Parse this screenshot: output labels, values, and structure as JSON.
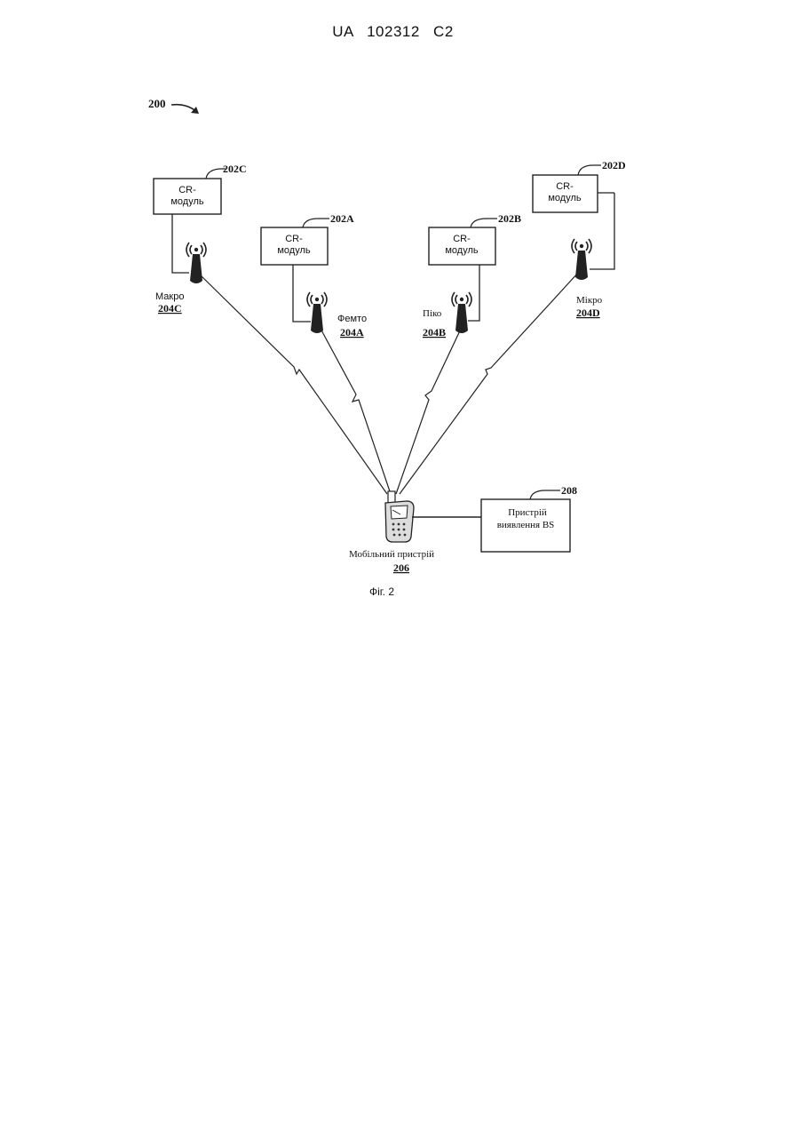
{
  "document": {
    "patent_number": "UA   102312   C2"
  },
  "figure": {
    "ref": "200",
    "caption": "Фіг. 2",
    "modules": {
      "c": {
        "ref": "202C",
        "line1": "CR-",
        "line2": "модуль"
      },
      "a": {
        "ref": "202A",
        "line1": "CR-",
        "line2": "модуль"
      },
      "b": {
        "ref": "202B",
        "line1": "CR-",
        "line2": "модуль"
      },
      "d": {
        "ref": "202D",
        "line1": "CR-",
        "line2": "модуль"
      }
    },
    "stations": {
      "c": {
        "label": "Макро",
        "ref": "204C"
      },
      "a": {
        "label": "Фемто",
        "ref": "204A"
      },
      "b": {
        "label": "Піко",
        "ref": "204B"
      },
      "d": {
        "label": "Мікро",
        "ref": "204D"
      }
    },
    "mobile": {
      "label": "Мобільний пристрій",
      "ref": "206"
    },
    "detector": {
      "ref": "208",
      "line1": "Пристрій",
      "line2": "виявлення BS"
    }
  }
}
